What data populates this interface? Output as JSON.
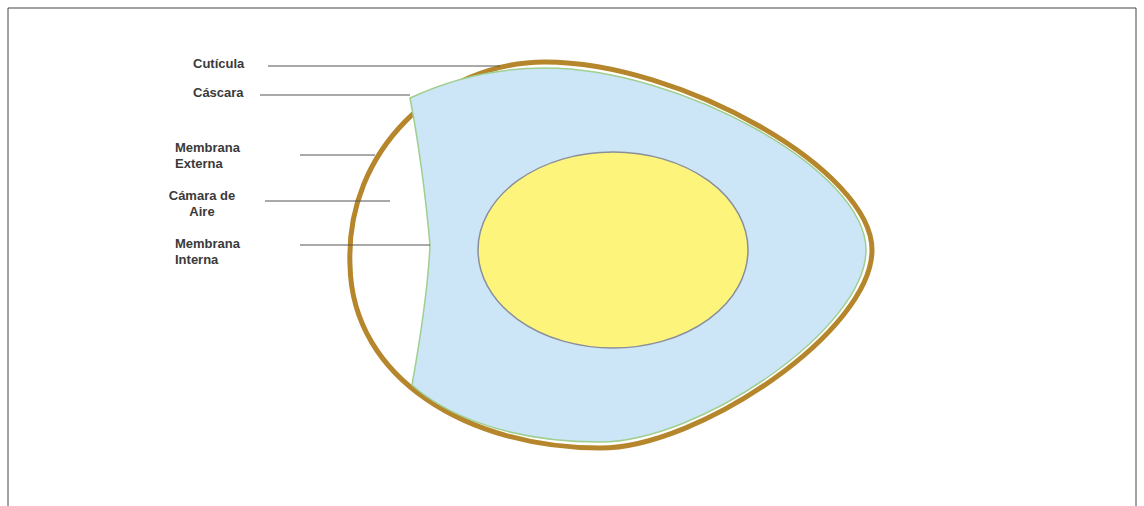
{
  "diagram": {
    "labels": [
      "Cutícula",
      "Cáscara",
      "Membrana Externa",
      "Cámara de Aire",
      "Membrana Interna"
    ]
  }
}
